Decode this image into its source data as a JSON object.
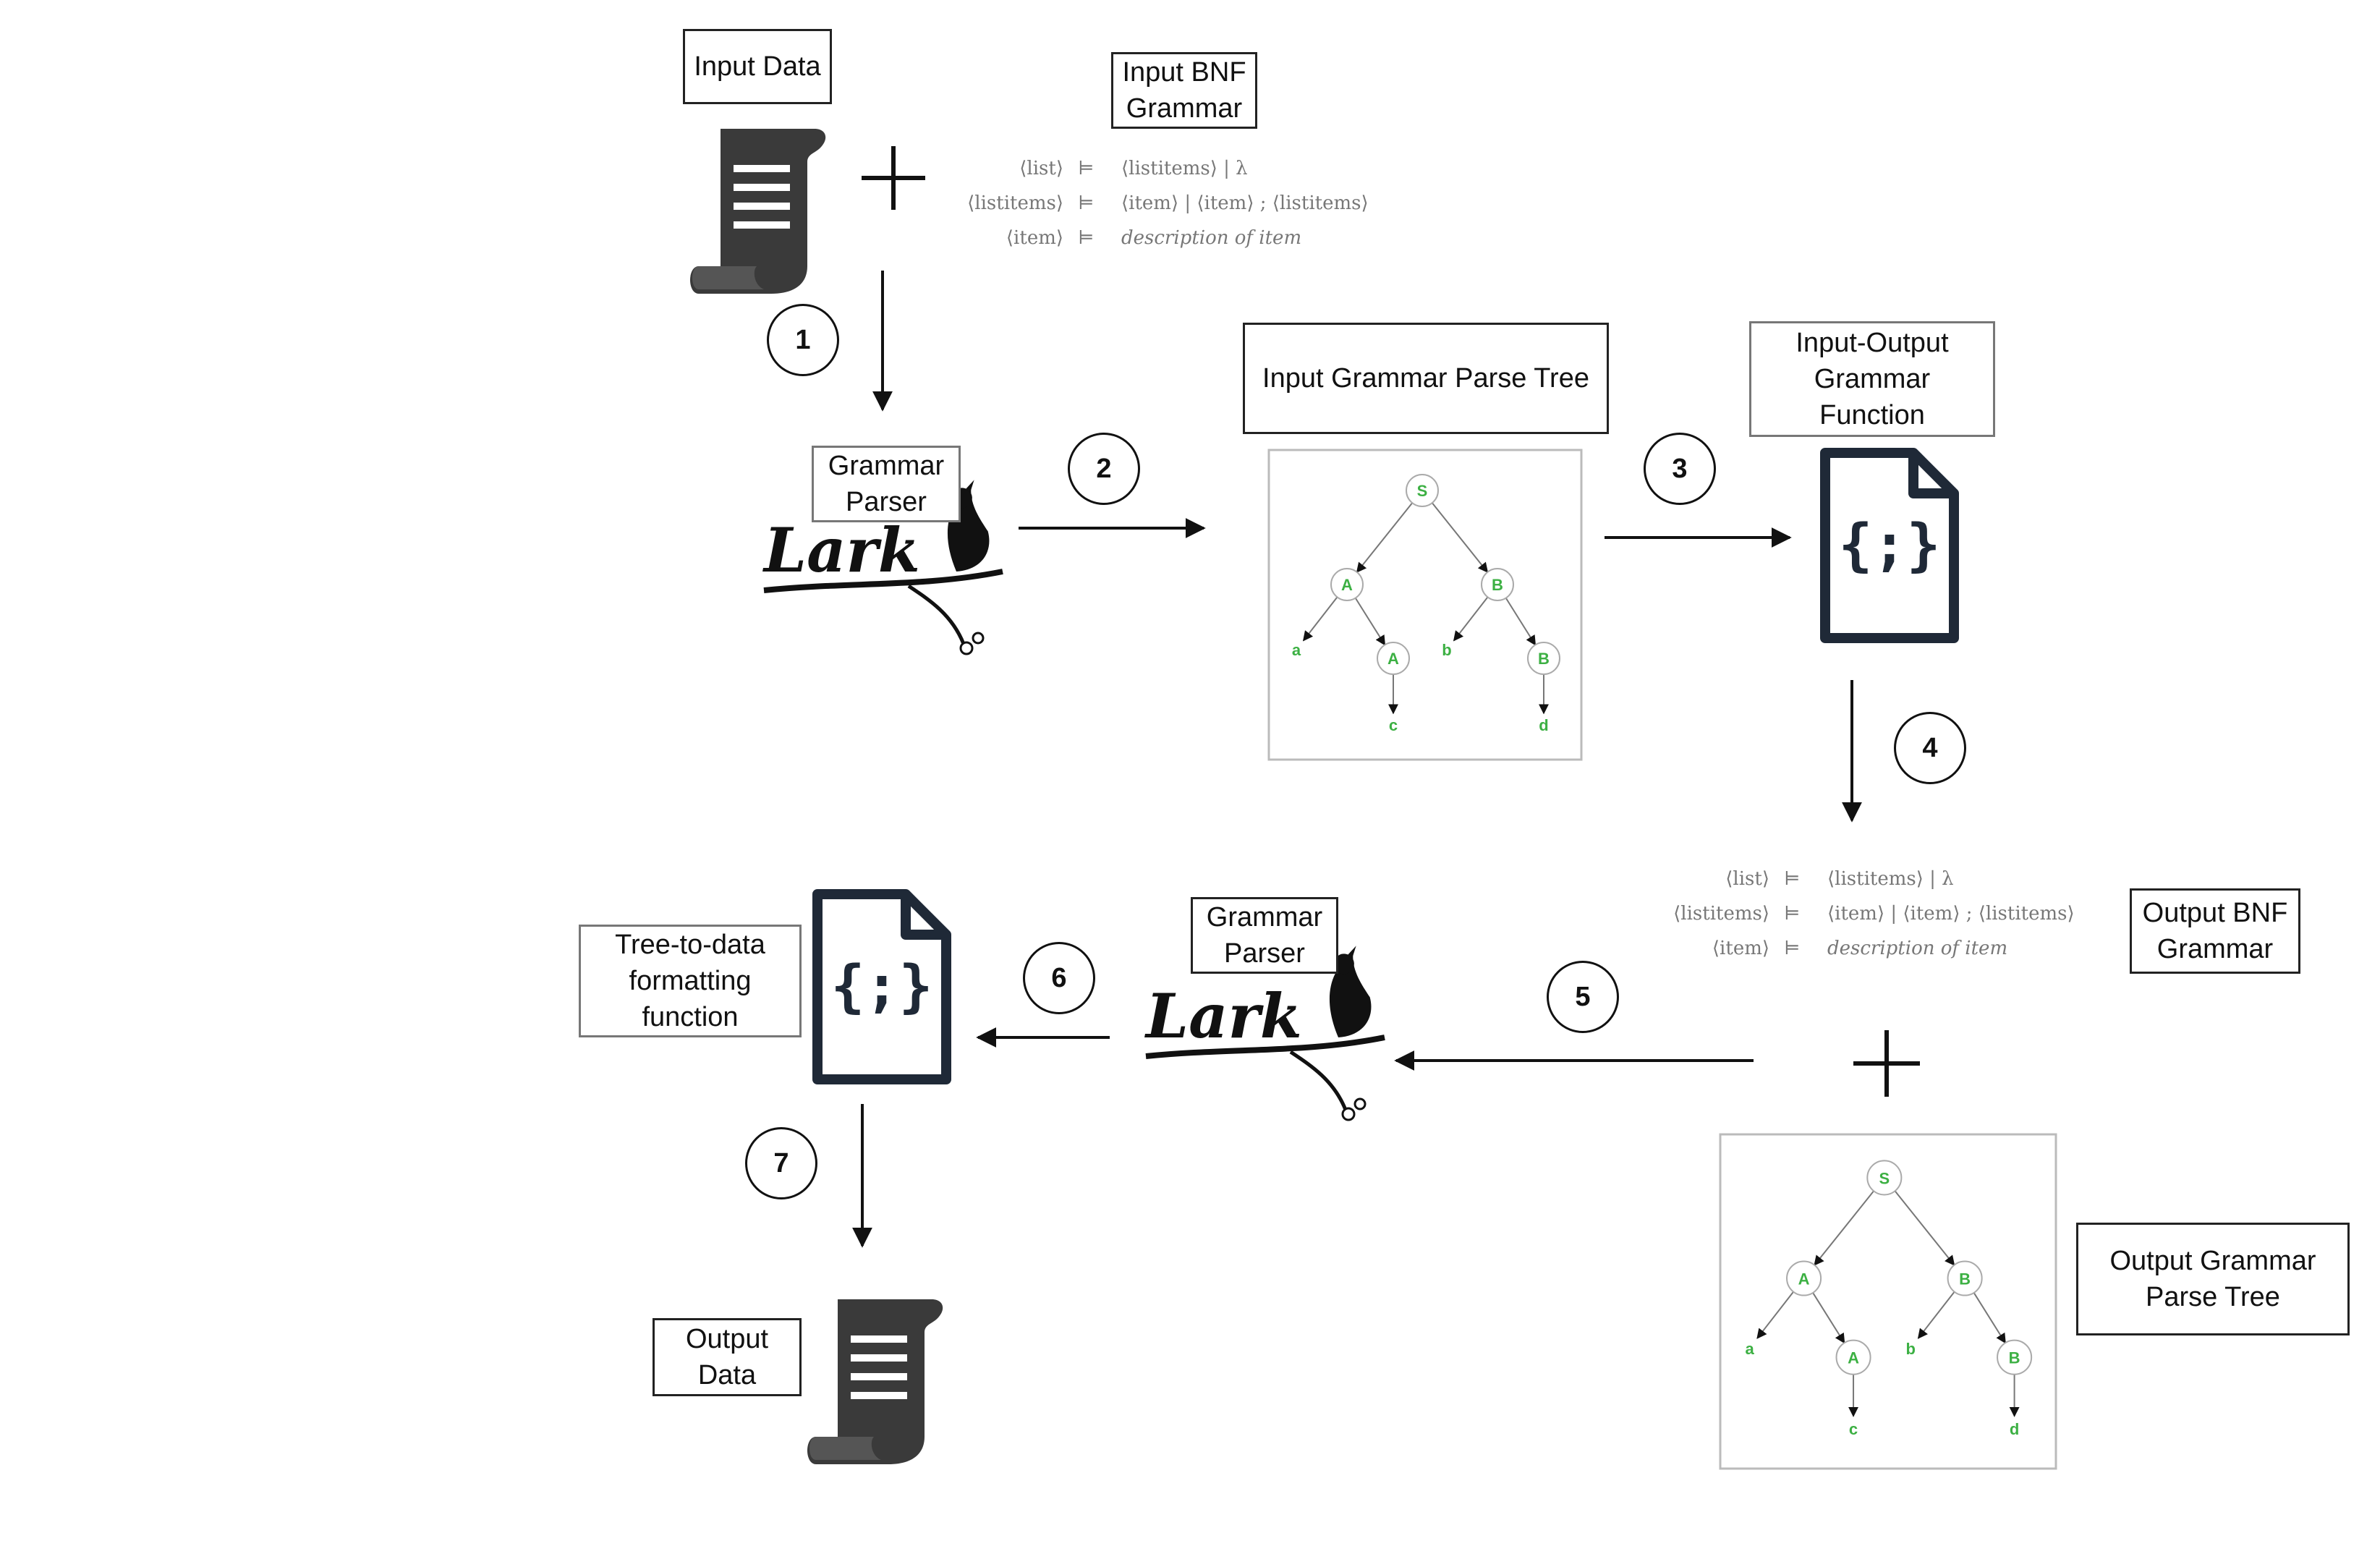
{
  "labels": {
    "input_data": "Input Data",
    "input_bnf": "Input BNF\nGrammar",
    "grammar_parser_1": "Grammar\nParser",
    "input_parse_tree": "Input Grammar Parse Tree",
    "io_function": "Input-Output\nGrammar\nFunction",
    "output_bnf": "Output BNF\nGrammar",
    "grammar_parser_2": "Grammar\nParser",
    "tree_to_data": "Tree-to-data\nformatting\nfunction",
    "output_parse_tree": "Output Grammar\nParse Tree",
    "output_data": "Output\nData"
  },
  "steps": [
    "1",
    "2",
    "3",
    "4",
    "5",
    "6",
    "7"
  ],
  "bnf": {
    "rows": [
      {
        "lhs": "⟨list⟩",
        "op": "⊨",
        "rhs": "⟨listitems⟩  |  λ"
      },
      {
        "lhs": "⟨listitems⟩",
        "op": "⊨",
        "rhs": "⟨item⟩  |  ⟨item⟩ ; ⟨listitems⟩"
      },
      {
        "lhs": "⟨item⟩",
        "op": "⊨",
        "rhs": "description of item"
      }
    ]
  },
  "lark_logo": "Lark",
  "code_icon": "{;}",
  "tree": {
    "root": "S",
    "left": "A",
    "right": "B",
    "left_leaf": "a",
    "left_child": "A",
    "left_child_leaf": "c",
    "right_leaf": "b",
    "right_child": "B",
    "right_child_leaf": "d"
  },
  "colors": {
    "tree_label": "#3cb043",
    "stroke": "#111111",
    "bnf_text": "#777777"
  },
  "icons": [
    "scroll-document-icon",
    "plus-icon",
    "lark-bird-logo",
    "code-file-icon"
  ]
}
